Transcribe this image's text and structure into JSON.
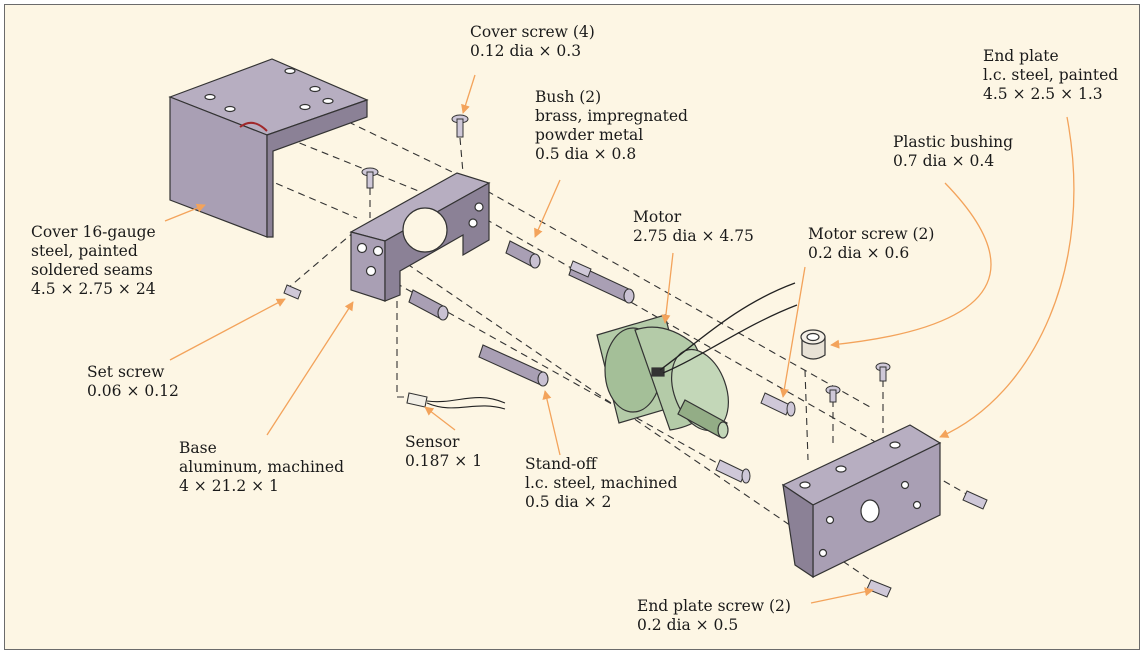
{
  "labels": {
    "cover_screw": {
      "line1": "Cover screw (4)",
      "line2": "0.12 dia × 0.3"
    },
    "bush": {
      "line1": "Bush (2)",
      "line2": "brass, impregnated",
      "line3": "powder metal",
      "line4": "0.5 dia × 0.8"
    },
    "end_plate": {
      "line1": "End plate",
      "line2": "l.c. steel, painted",
      "line3": "4.5 × 2.5 × 1.3"
    },
    "plastic_bushing": {
      "line1": "Plastic bushing",
      "line2": "0.7 dia × 0.4"
    },
    "motor": {
      "line1": "Motor",
      "line2": "2.75 dia × 4.75"
    },
    "motor_screw": {
      "line1": "Motor screw (2)",
      "line2": "0.2 dia × 0.6"
    },
    "cover": {
      "line1": "Cover 16-gauge",
      "line2": "steel, painted",
      "line3": "soldered seams",
      "line4": "4.5 × 2.75 × 24"
    },
    "set_screw": {
      "line1": "Set screw",
      "line2": "0.06 × 0.12"
    },
    "base": {
      "line1": "Base",
      "line2": "aluminum, machined",
      "line3": "4 × 21.2 × 1"
    },
    "sensor": {
      "line1": "Sensor",
      "line2": "0.187 × 1"
    },
    "standoff": {
      "line1": "Stand-off",
      "line2": "l.c. steel, machined",
      "line3": "0.5 dia × 2"
    },
    "end_plate_screw": {
      "line1": "End plate screw (2)",
      "line2": "0.2 dia × 0.5"
    }
  },
  "colors": {
    "background": "#fdf6e4",
    "frame": "#6b6b6b",
    "part_purple": "#a99fb4",
    "part_purple_dark": "#8b8196",
    "motor_green": "#b4cba8",
    "motor_green_dark": "#93ad86",
    "leader_orange": "#f3a35b",
    "dash": "#333333"
  }
}
